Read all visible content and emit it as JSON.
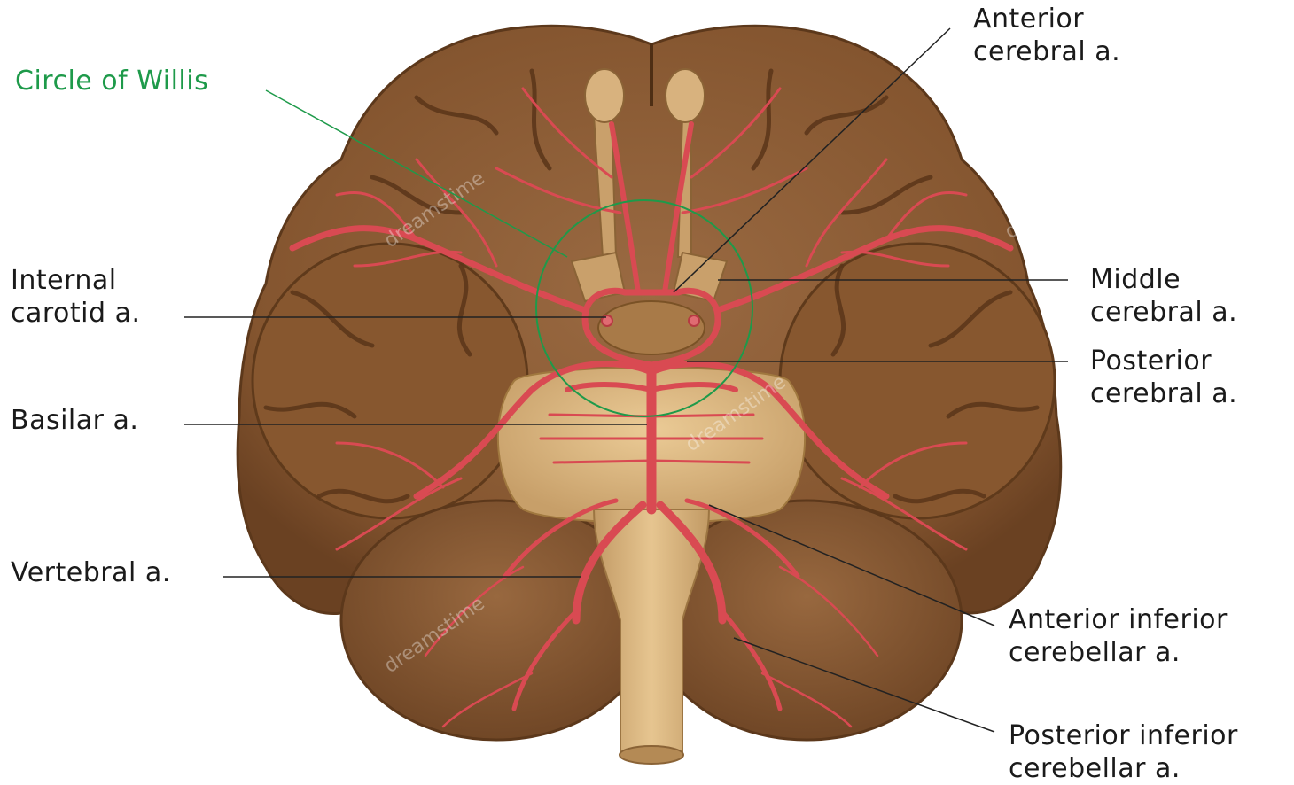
{
  "labels": {
    "circle_of_willis": "Circle of Willis",
    "anterior_cerebral": [
      "Anterior",
      "cerebral a."
    ],
    "internal_carotid": [
      "Internal",
      "carotid a."
    ],
    "middle_cerebral": [
      "Middle",
      "cerebral a."
    ],
    "posterior_cerebral": [
      "Posterior",
      "cerebral a."
    ],
    "basilar": "Basilar a.",
    "vertebral": "Vertebral a.",
    "anterior_inferior_cerebellar": [
      "Anterior inferior",
      "cerebellar a."
    ],
    "posterior_inferior_cerebellar": [
      "Posterior inferior",
      "cerebellar a."
    ]
  },
  "watermark": "dreamstime",
  "colors": {
    "brain": "#8a5a35",
    "brain_dark": "#6b4224",
    "sulci": "#5a3519",
    "artery": "#d94a52",
    "brainstem": "#d8b27e",
    "highlight_circle": "#1e9a4a",
    "leader_line": "#222222"
  }
}
